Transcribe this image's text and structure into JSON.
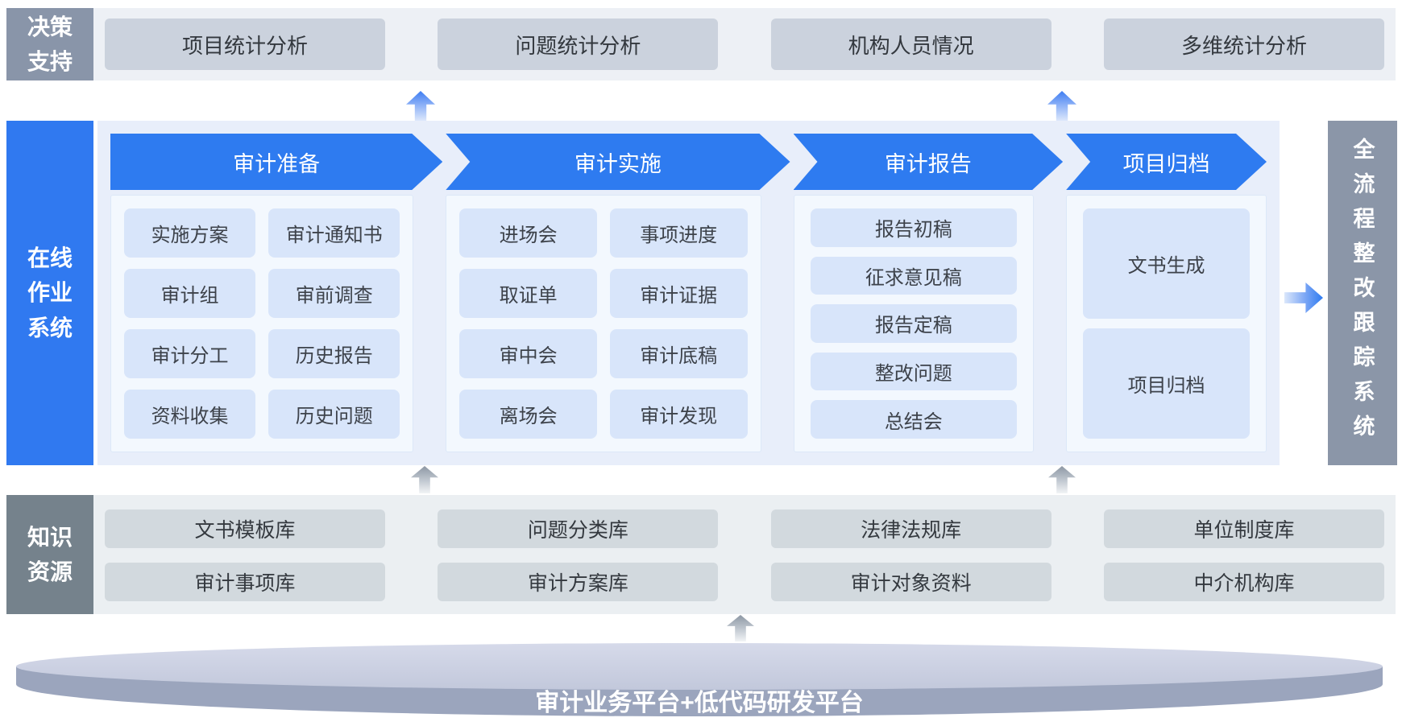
{
  "colors": {
    "accent_blue": "#2e7bf0",
    "container_blue_bg": "#e8eefa",
    "chip_blue": "#d8e5fa",
    "decision_label_gray": "#8995a9",
    "knowledge_label_gray": "#75828c",
    "sidebar_gray": "#8b96a8",
    "band_gray_bg": "#edf0f5",
    "gray_chip": "#d2d9de",
    "platform_top": "#c2c8db",
    "platform_front": "#9ba5bd"
  },
  "icons": [
    "up-arrow",
    "right-arrow"
  ],
  "decision_support": {
    "label": "决策支持",
    "items": [
      "项目统计分析",
      "问题统计分析",
      "机构人员情况",
      "多维统计分析"
    ]
  },
  "online_system": {
    "label": "在线作业系统",
    "stages": [
      {
        "title": "审计准备",
        "items": [
          "实施方案",
          "审计通知书",
          "审计组",
          "审前调查",
          "审计分工",
          "历史报告",
          "资料收集",
          "历史问题"
        ]
      },
      {
        "title": "审计实施",
        "items": [
          "进场会",
          "事项进度",
          "取证单",
          "审计证据",
          "审中会",
          "审计底稿",
          "离场会",
          "审计发现"
        ]
      },
      {
        "title": "审计报告",
        "items": [
          "报告初稿",
          "征求意见稿",
          "报告定稿",
          "整改问题",
          "总结会"
        ]
      },
      {
        "title": "项目归档",
        "items": [
          "文书生成",
          "项目归档"
        ]
      }
    ]
  },
  "tracking_system": {
    "label": "全流程整改跟踪系统"
  },
  "knowledge": {
    "label": "知识资源",
    "rows": [
      [
        "文书模板库",
        "问题分类库",
        "法律法规库",
        "单位制度库"
      ],
      [
        "审计事项库",
        "审计方案库",
        "审计对象资料",
        "中介机构库"
      ]
    ]
  },
  "platform": {
    "label": "审计业务平台+低代码研发平台"
  }
}
